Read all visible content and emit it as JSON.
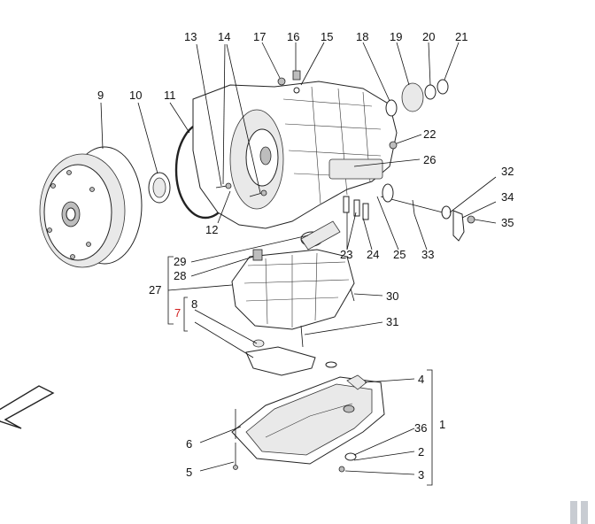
{
  "diagram": {
    "accent_color": "#d21f1f",
    "callouts": {
      "c1": "1",
      "c2": "2",
      "c3": "3",
      "c4": "4",
      "c5": "5",
      "c6": "6",
      "c7": "7",
      "c8": "8",
      "c9": "9",
      "c10": "10",
      "c11": "11",
      "c12": "12",
      "c13": "13",
      "c14": "14",
      "c15": "15",
      "c16": "16",
      "c17": "17",
      "c18": "18",
      "c19": "19",
      "c20": "20",
      "c21": "21",
      "c22": "22",
      "c23": "23",
      "c24": "24",
      "c25": "25",
      "c26": "26",
      "c27": "27",
      "c28": "28",
      "c29": "29",
      "c30": "30",
      "c31": "31",
      "c32": "32",
      "c33": "33",
      "c34": "34",
      "c35": "35",
      "c36": "36"
    },
    "highlighted_callout": "7",
    "direction_arrow": "front-arrow-icon"
  }
}
